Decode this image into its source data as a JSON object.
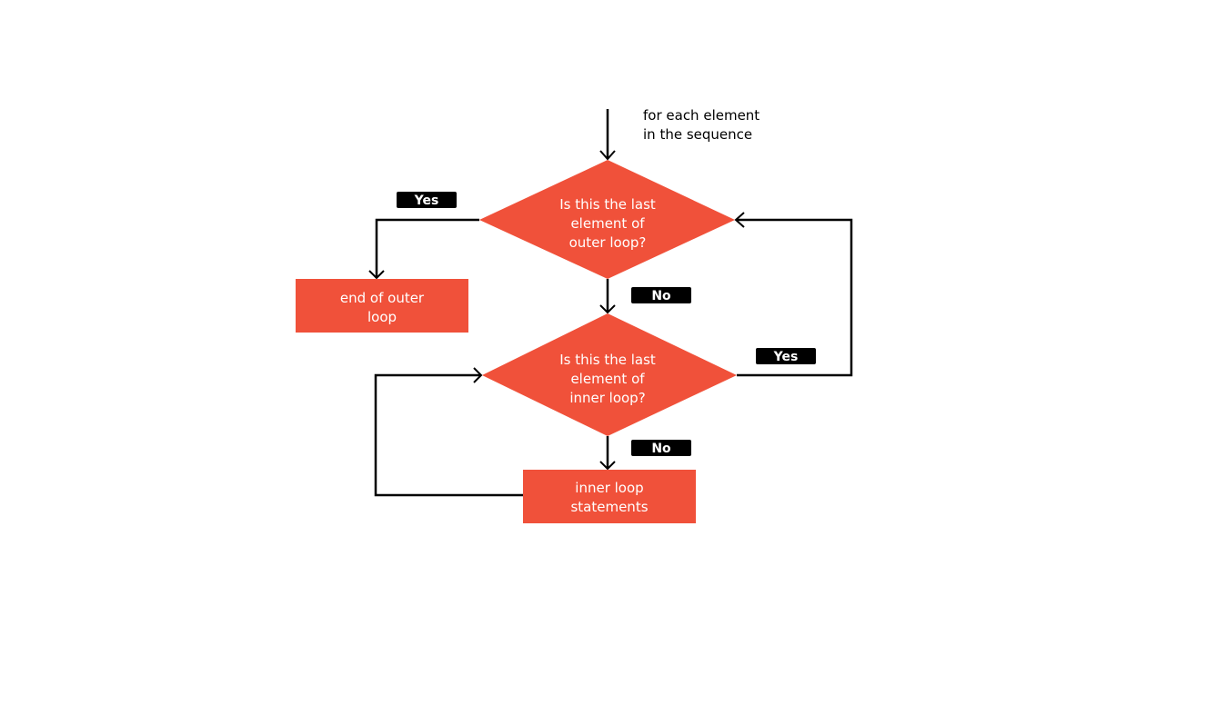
{
  "colors": {
    "node": "#F0513A",
    "label_bg": "#000000",
    "line": "#000000"
  },
  "entry": {
    "line1": "for each element",
    "line2": "in the sequence"
  },
  "decision_outer": {
    "line1": "Is this the last",
    "line2": "element of",
    "line3": "outer loop?"
  },
  "decision_inner": {
    "line1": "Is this the last",
    "line2": "element of",
    "line3": "inner loop?"
  },
  "end_outer": {
    "line1": "end of outer",
    "line2": "loop"
  },
  "inner_statements": {
    "line1": "inner loop",
    "line2": "statements"
  },
  "labels": {
    "outer_yes": "Yes",
    "outer_no": "No",
    "inner_yes": "Yes",
    "inner_no": "No"
  }
}
